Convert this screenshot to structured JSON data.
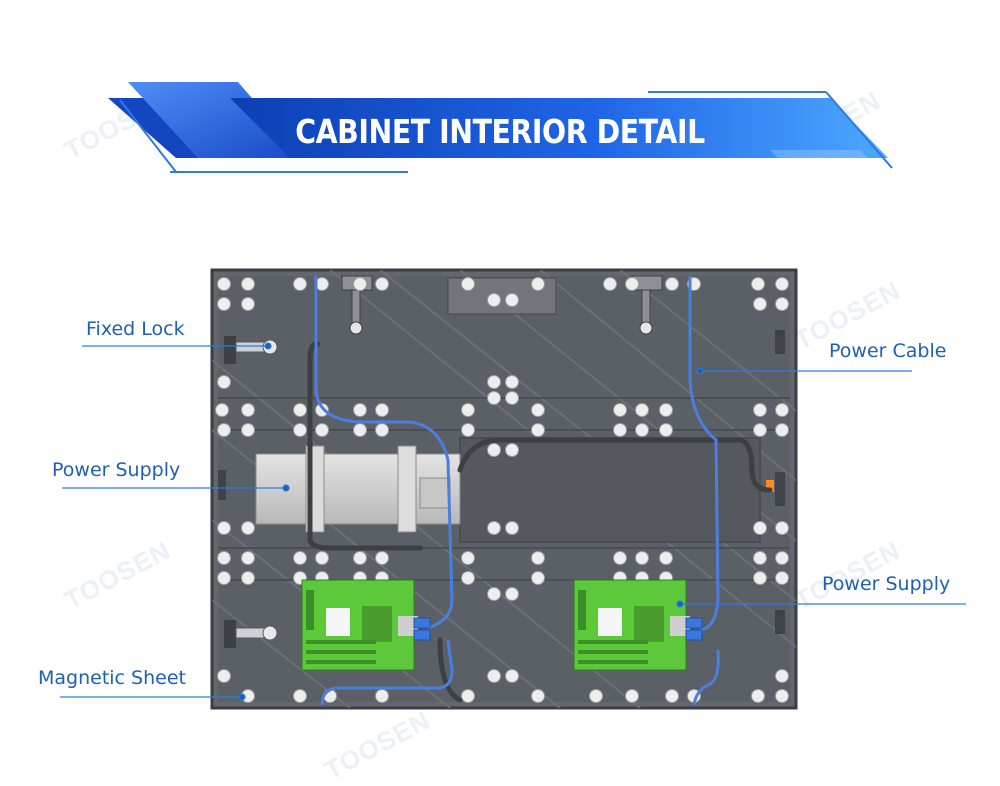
{
  "header": {
    "title": "CABINET INTERIOR DETAIL"
  },
  "labels": {
    "fixed_lock": "Fixed Lock",
    "power_cable": "Power Cable",
    "power_supply_left": "Power Supply",
    "power_supply_right": "Power Supply",
    "magnetic_sheet": "Magnetic Sheet"
  },
  "watermark": {
    "brand": "TOOSEN"
  },
  "colors": {
    "banner_dark": "#0d3fb3",
    "banner_mid": "#1f64e6",
    "banner_light": "#4da8ff",
    "label_text": "#1e5fb8",
    "leader_line": "#2a7de1",
    "cabinet": "#5d6168",
    "pcb": "#5cc93a",
    "cable": "#4a7fe0"
  }
}
